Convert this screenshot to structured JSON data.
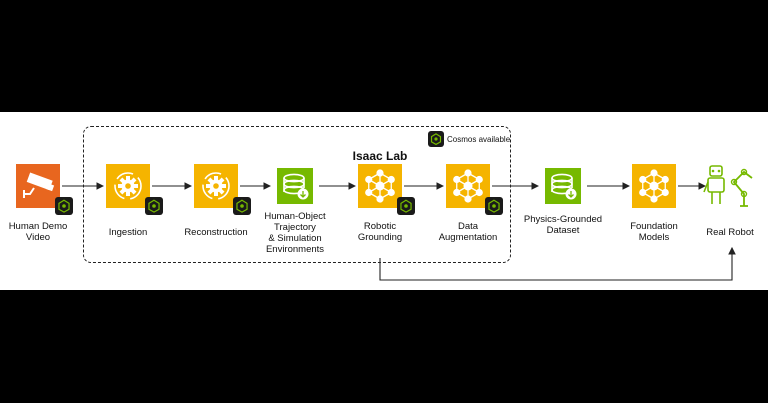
{
  "cluster": {
    "title": "Isaac Lab",
    "legend_label": "Cosmos available",
    "legend_icon": "cosmos-chip-icon"
  },
  "nodes": [
    {
      "id": "human-demo-video",
      "label_lines": [
        "Human Demo",
        "Video"
      ],
      "icon": "security-camera-icon",
      "color": "#e8661f",
      "cosmos": true
    },
    {
      "id": "ingestion",
      "label_lines": [
        "Ingestion"
      ],
      "icon": "gear-cycle-icon",
      "color": "#f5b400",
      "cosmos": true
    },
    {
      "id": "reconstruction",
      "label_lines": [
        "Reconstruction"
      ],
      "icon": "gear-cycle-icon",
      "color": "#f5b400",
      "cosmos": true
    },
    {
      "id": "human-object-trajectory",
      "label_lines": [
        "Human-Object",
        "Trajectory",
        "& Simulation",
        "Environments"
      ],
      "icon": "database-icon",
      "color": "#76b900",
      "cosmos": false
    },
    {
      "id": "robotic-grounding",
      "label_lines": [
        "Robotic",
        "Grounding"
      ],
      "icon": "network-icon",
      "color": "#f5b400",
      "cosmos": true
    },
    {
      "id": "data-augmentation",
      "label_lines": [
        "Data",
        "Augmentation"
      ],
      "icon": "network-icon",
      "color": "#f5b400",
      "cosmos": true
    },
    {
      "id": "physics-grounded-dataset",
      "label_lines": [
        "Physics-Grounded",
        "Dataset"
      ],
      "icon": "database-icon",
      "color": "#76b900",
      "cosmos": false
    },
    {
      "id": "foundation-models",
      "label_lines": [
        "Foundation",
        "Models"
      ],
      "icon": "network-icon",
      "color": "#f5b400",
      "cosmos": false
    },
    {
      "id": "real-robot",
      "label_lines": [
        "Real Robot"
      ],
      "icon": "robot-arm-icon",
      "color": "#76b900",
      "cosmos": false
    }
  ],
  "colors": {
    "orange": "#e8661f",
    "yellow": "#f5b400",
    "green": "#76b900",
    "line": "#222222",
    "chip": "#1a1a1a"
  }
}
